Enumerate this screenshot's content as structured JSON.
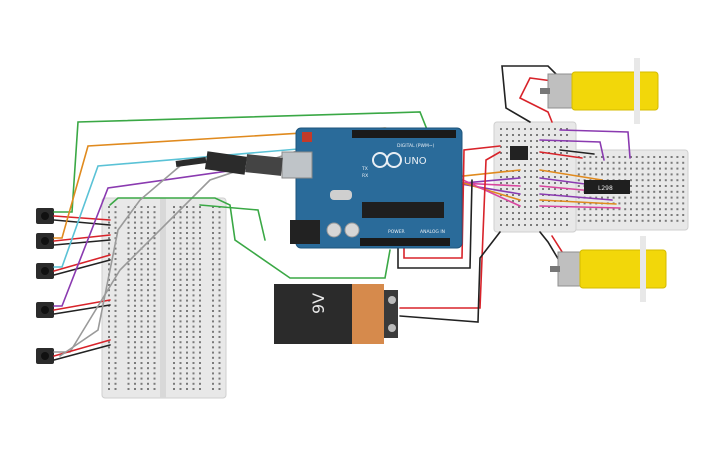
{
  "arduino": {
    "brand_label": "UNO",
    "digital_label": "DIGITAL (PWM~)",
    "power_label": "POWER",
    "analog_label": "ANALOG IN",
    "tx_label": "TX",
    "rx_label": "RX",
    "board_color": "#2a6b9a"
  },
  "battery": {
    "label": "9V",
    "body_color": "#2b2b2b",
    "terminal_color": "#d68a4c"
  },
  "motor_driver": {
    "chip_label": "L298"
  },
  "motors": {
    "color": "#f2d70a",
    "count": 2
  },
  "sensors": {
    "count": 5
  },
  "wire_colors": {
    "red": "#d8232a",
    "black": "#222222",
    "green": "#3aa845",
    "orange": "#e08a1e",
    "cyan": "#5ac2d6",
    "purple": "#8a3ab0",
    "gray": "#9a9a9a",
    "pink": "#d8459e"
  }
}
